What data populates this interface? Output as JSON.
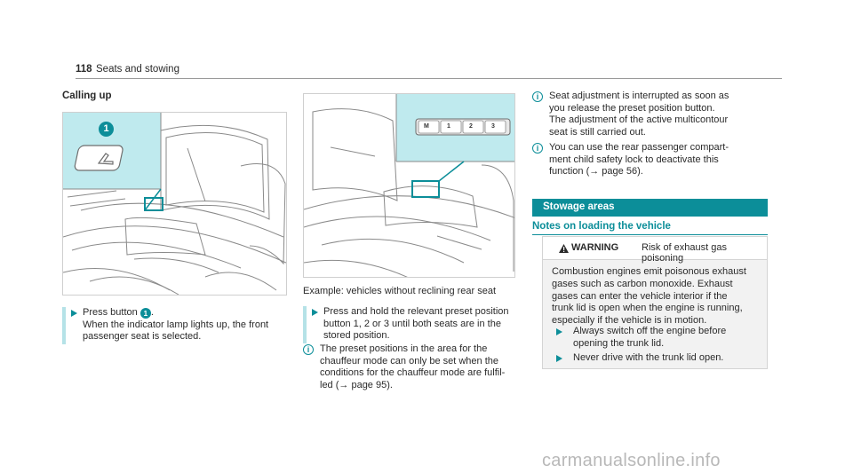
{
  "header": {
    "page_number": "118",
    "section_title": "Seats and stowing"
  },
  "left": {
    "heading": "Calling up",
    "figure1_badge": "1",
    "step": {
      "line1_prefix": "Press button",
      "badge": "1",
      "line1_suffix": ".",
      "line2": "When the indicator lamp lights up, the front",
      "line3": "passenger seat is selected."
    }
  },
  "middle": {
    "figure2_buttons": [
      "M",
      "1",
      "2",
      "3"
    ],
    "caption": "Example: vehicles without reclining rear seat",
    "step": {
      "line1": "Press and hold the relevant preset position",
      "line2": "button 1, 2 or 3 until both seats are in the",
      "line3": "stored position."
    },
    "note": {
      "line1": "The preset positions in the area for the",
      "line2": "chauffeur mode can only be set when the",
      "line3": "conditions for the chauffeur mode are fulfil-",
      "line4": "led (→ page 95)."
    }
  },
  "right": {
    "note1": {
      "line1": "Seat adjustment is interrupted as soon as",
      "line2": "you release the preset position button.",
      "line3": "The adjustment of the active multicontour",
      "line4": "seat is still carried out."
    },
    "note2": {
      "line1": "You can use the rear passenger compart-",
      "line2": "ment child safety lock to deactivate this",
      "line3": "function (→ page 56)."
    },
    "section_title": "Stowage areas",
    "subheading": "Notes on loading the vehicle",
    "warning": {
      "label": "WARNING",
      "title": "Risk of exhaust gas poisoning",
      "body": [
        "Combustion engines emit poisonous exhaust",
        "gases such as carbon monoxide. Exhaust",
        "gases can enter the vehicle interior if the",
        "trunk lid is open when the engine is running,",
        "especially if the vehicle is in motion."
      ],
      "step1": [
        "Always switch off the engine before",
        "opening the trunk lid."
      ],
      "step2": "Never drive with the trunk lid open."
    }
  },
  "watermark": "carmanualsonline.info",
  "colors": {
    "accent": "#0c8e99",
    "accent_light": "#b5e2e7",
    "panel": "#bfeaee"
  }
}
